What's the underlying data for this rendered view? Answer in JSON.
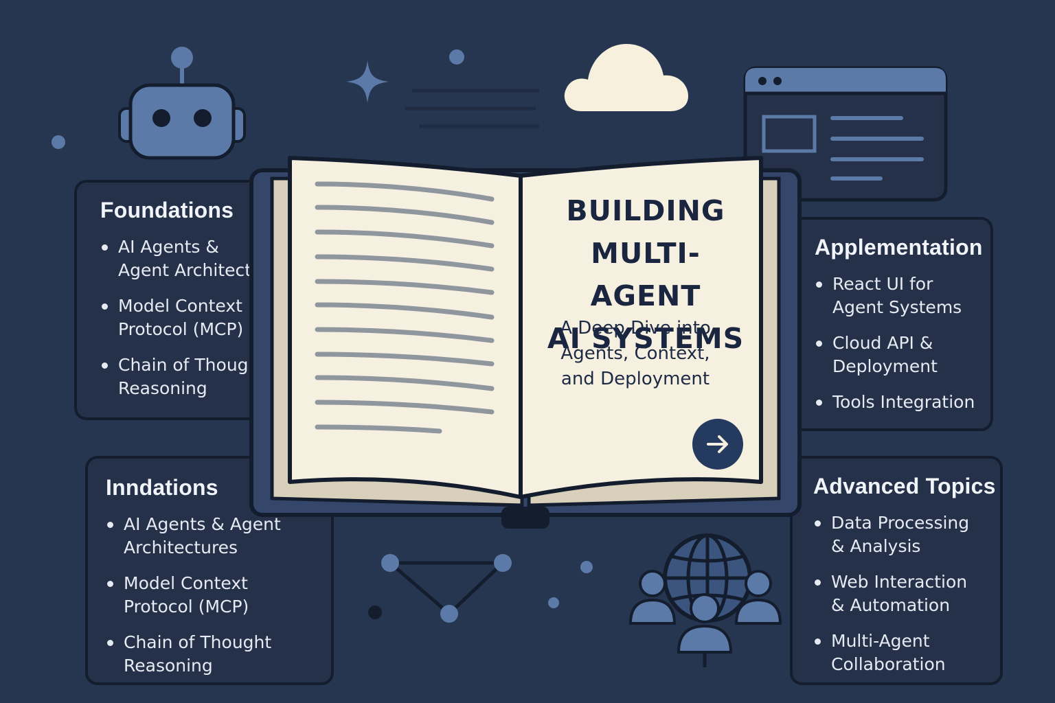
{
  "colors": {
    "background": "#273650",
    "panel": "#243149",
    "panel_border": "#131d2e",
    "page": "#f6f0e0",
    "accent_blue": "#5b7aa8",
    "cloud": "#f6f0dc"
  },
  "book": {
    "title": "BUILDING\nMULTI-AGENT\nAI SYSTEMS",
    "subtitle": "A Deep Dive into\nAgents, Context,\nand Deployment",
    "next_icon": "arrow-right-icon"
  },
  "panels": {
    "foundations": {
      "title": "Foundations",
      "items": [
        "AI Agents &\nAgent Architect",
        "Model Context\nProtocol (MCP)",
        "Chain of Thougl\nReasoning"
      ]
    },
    "innndations": {
      "title": "Inndations",
      "items": [
        "AI Agents & Agent\nArchitectures",
        "Model Context\nProtocol (MCP)",
        "Chain of Thought\nReasoning"
      ]
    },
    "applementation": {
      "title": "Applementation",
      "items": [
        "React UI for\nAgent Systems",
        "Cloud API &\nDeployment",
        "Tools Integration"
      ]
    },
    "advanced": {
      "title": "Advanced Topics",
      "items": [
        "Data Processing\n& Analysis",
        "Web Interaction\n& Automation",
        "Multi-Agent\nCollaboration"
      ]
    }
  },
  "icons": [
    "robot-icon",
    "sparkle-icon",
    "cloud-icon",
    "browser-window-icon",
    "network-triangle-icon",
    "globe-users-icon"
  ]
}
